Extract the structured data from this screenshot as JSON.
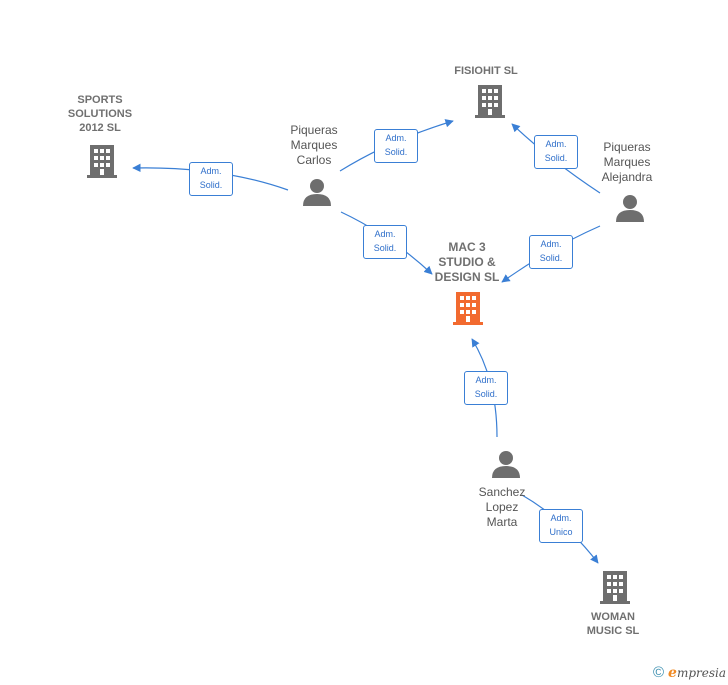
{
  "companies": [
    {
      "id": "fisiohit",
      "label": "FISIOHIT  SL",
      "color": "#6e6e6e"
    },
    {
      "id": "sports",
      "label": "SPORTS\nSOLUTIONS\n2012 SL",
      "color": "#6e6e6e"
    },
    {
      "id": "mac3",
      "label": "MAC 3\nSTUDIO &\nDESIGN  SL",
      "color": "#f26a2f"
    },
    {
      "id": "woman",
      "label": "WOMAN\nMUSIC  SL",
      "color": "#6e6e6e"
    }
  ],
  "persons": [
    {
      "id": "carlos",
      "label": "Piqueras\nMarques\nCarlos"
    },
    {
      "id": "alejandra",
      "label": "Piqueras\nMarques\nAlejandra"
    },
    {
      "id": "marta",
      "label": "Sanchez\nLopez\nMarta"
    }
  ],
  "edges": [
    {
      "id": "carlos-fisiohit",
      "label": "Adm.\nSolid."
    },
    {
      "id": "carlos-sports",
      "label": "Adm.\nSolid."
    },
    {
      "id": "carlos-mac3",
      "label": "Adm.\nSolid."
    },
    {
      "id": "alejandra-fisiohit",
      "label": "Adm.\nSolid."
    },
    {
      "id": "alejandra-mac3",
      "label": "Adm.\nSolid."
    },
    {
      "id": "marta-mac3",
      "label": "Adm.\nSolid."
    },
    {
      "id": "marta-woman",
      "label": "Adm.\nUnico"
    }
  ],
  "colors": {
    "edge": "#3a7fd5",
    "person": "#6e6e6e"
  },
  "footer": {
    "copyright": "©",
    "brand_first": "e",
    "brand_rest": "mpresia"
  }
}
